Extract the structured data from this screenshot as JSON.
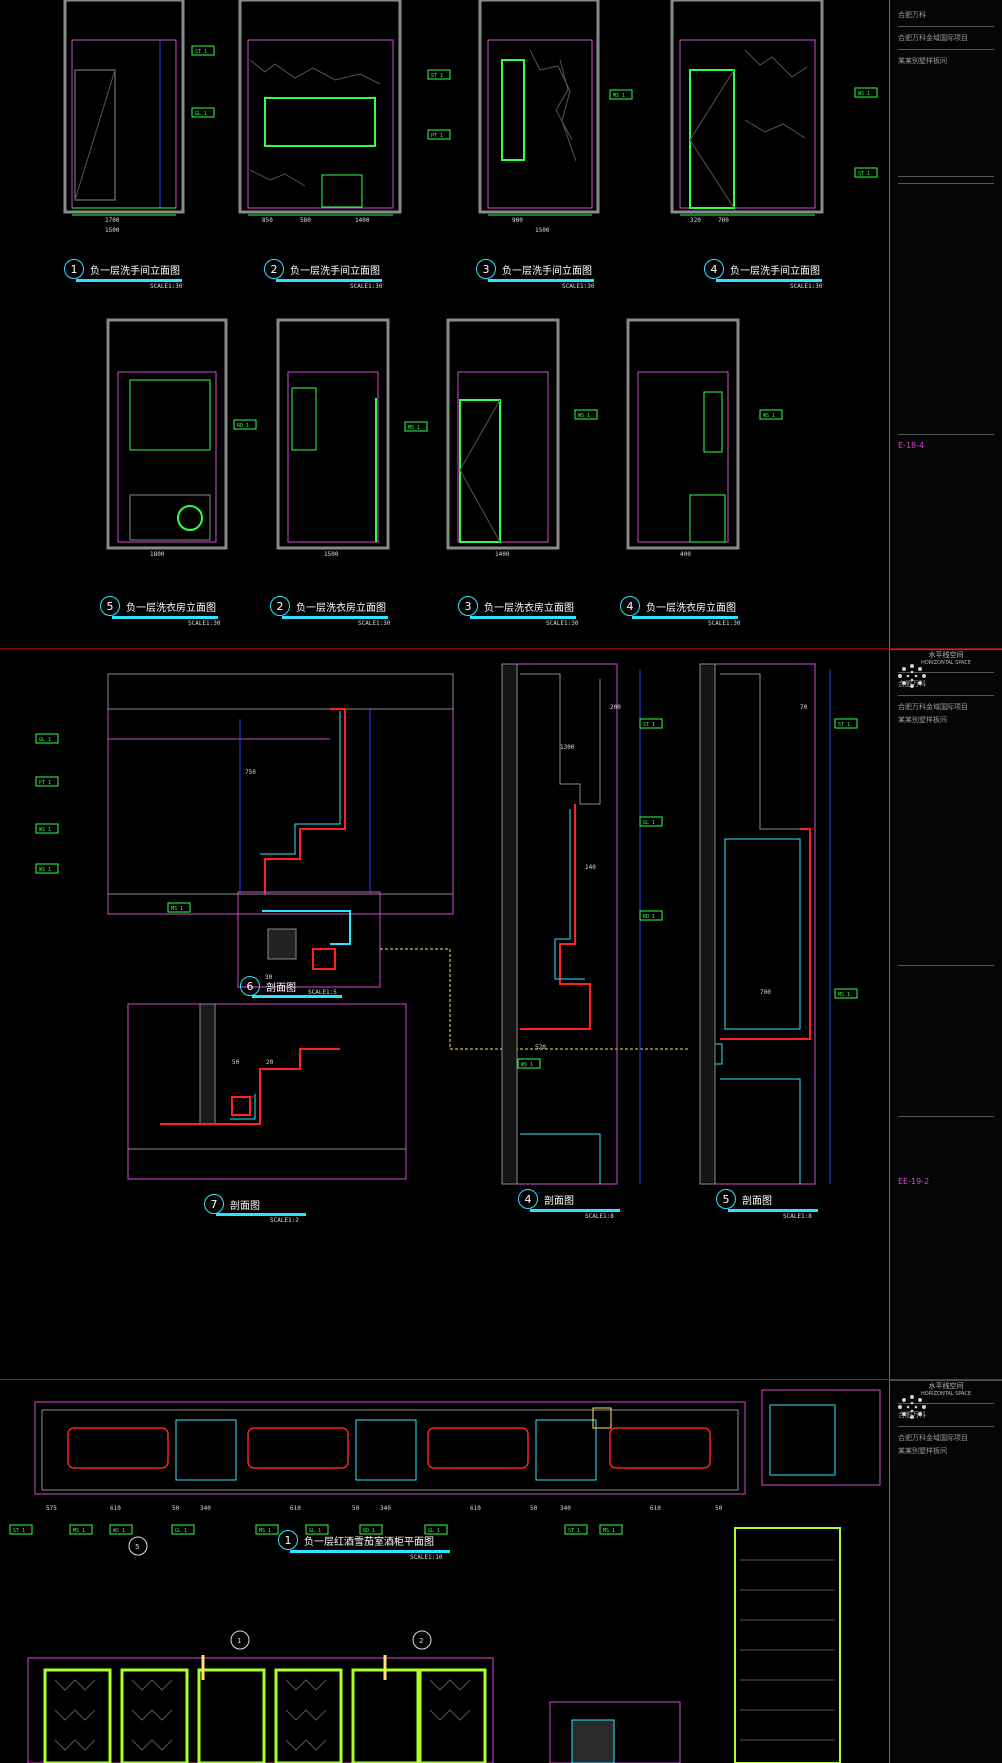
{
  "sheets": [
    {
      "views": [
        {
          "num": "1",
          "title": "负一层洗手间立面图",
          "scale": "SCALE1:30"
        },
        {
          "num": "2",
          "title": "负一层洗手间立面图",
          "scale": "SCALE1:30"
        },
        {
          "num": "3",
          "title": "负一层洗手间立面图",
          "scale": "SCALE1:30"
        },
        {
          "num": "4",
          "title": "负一层洗手间立面图",
          "scale": "SCALE1:30"
        },
        {
          "num": "5",
          "title": "负一层洗衣房立面图",
          "scale": "SCALE1:30"
        },
        {
          "num": "2",
          "title": "负一层洗衣房立面图",
          "scale": "SCALE1:30"
        },
        {
          "num": "3",
          "title": "负一层洗衣房立面图",
          "scale": "SCALE1:30"
        },
        {
          "num": "4",
          "title": "负一层洗衣房立面图",
          "scale": "SCALE1:30"
        }
      ],
      "dims": [
        "1700",
        "1500",
        "850",
        "580",
        "1400",
        "900",
        "1500",
        "320",
        "700",
        "1800",
        "1500",
        "1400",
        "400"
      ],
      "tags": [
        "ST 1",
        "GL 1",
        "MS 1",
        "WS 1",
        "PT 1",
        "RD 1"
      ],
      "drawing_no": "E-18-4"
    },
    {
      "views": [
        {
          "num": "6",
          "title": "剖面图",
          "scale": "SCALE1:5"
        },
        {
          "num": "7",
          "title": "剖面图",
          "scale": "SCALE1:2"
        },
        {
          "num": "4",
          "title": "剖面图",
          "scale": "SCALE1:8"
        },
        {
          "num": "5",
          "title": "剖面图",
          "scale": "SCALE1:8"
        }
      ],
      "dims": [
        "750",
        "30",
        "1300",
        "50",
        "20",
        "140",
        "200",
        "520",
        "700",
        "70"
      ],
      "tags": [
        "ST 1",
        "GL 1",
        "PT 1",
        "WS 1",
        "MS 1",
        "RD 1"
      ],
      "drawing_no": "EE-19-2"
    },
    {
      "views": [
        {
          "num": "1",
          "title": "负一层红酒雪茄室酒柜平面图",
          "scale": "SCALE1:10"
        }
      ],
      "dims": [
        "575",
        "610",
        "50",
        "340",
        "610",
        "50",
        "340",
        "610",
        "50",
        "340",
        "610",
        "50"
      ],
      "tags": [
        "ST 1",
        "MS 1",
        "WS 1",
        "GL 1",
        "MS 1",
        "GL 1",
        "RD 1",
        "GL 1",
        "ST 1",
        "MS 1"
      ],
      "markers": [
        "1",
        "2",
        "5"
      ]
    }
  ],
  "titleblock": {
    "brand_cn": "水平线空间",
    "brand_en": "HORIZONTAL SPACE",
    "project": "合肥万科",
    "project_sub": "合肥万科金域国际项目",
    "scope": "某某别墅样板间"
  },
  "colors": {
    "background": "#000000",
    "cyan": "#2fe3ff",
    "green": "#2fff4a",
    "magenta": "#d04bd0",
    "yellow": "#ffe36e",
    "red": "#ff2020",
    "blue": "#2a3cff",
    "grey": "#8a8a8a"
  }
}
